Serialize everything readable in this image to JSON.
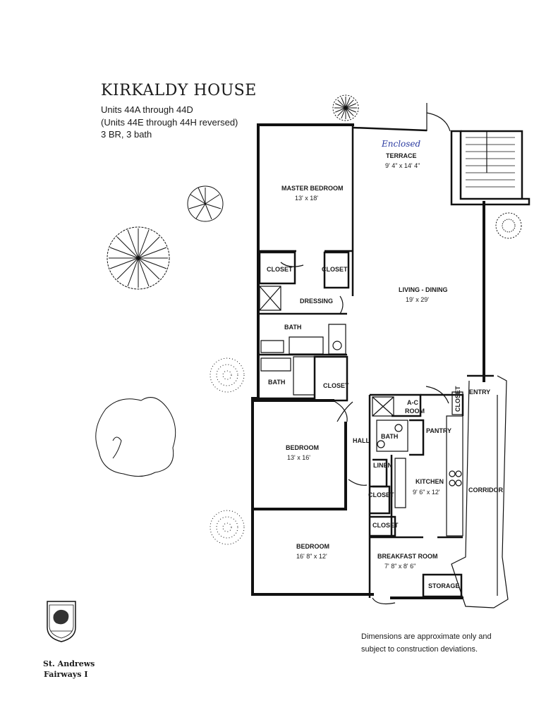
{
  "header": {
    "title": "KIRKALDY HOUSE",
    "line1": "Units 44A through 44D",
    "line2": "(Units 44E through 44H reversed)",
    "line3": "3 BR, 3 bath"
  },
  "handwriting": "Enclosed",
  "rooms": {
    "terrace": {
      "name": "TERRACE",
      "dim": "9' 4\" x 14' 4\""
    },
    "master": {
      "name": "MASTER BEDROOM",
      "dim": "13' x 18'"
    },
    "closet_a": "CLOSET",
    "closet_b": "CLOSET",
    "dressing": "DRESSING",
    "bath1": "BATH",
    "bath2": "BATH",
    "closet_c": "CLOSET",
    "living": {
      "name": "LIVING - DINING",
      "dim": "19' x 29'"
    },
    "entry": "ENTRY",
    "closet_entry": "CLOSET",
    "ac_room_1": "A-C",
    "ac_room_2": "ROOM",
    "pantry": "PANTRY",
    "bath3": "BATH",
    "hall": "HALL",
    "bedroom2": {
      "name": "BEDROOM",
      "dim": "13' x 16'"
    },
    "linen": "LINEN",
    "kitchen": {
      "name": "KITCHEN",
      "dim": "9' 6\" x 12'"
    },
    "corridor": "CORRIDOR",
    "closet_d": "CLOSET",
    "closet_e": "CLOSET",
    "bedroom3": {
      "name": "BEDROOM",
      "dim": "16' 8\" x 12'"
    },
    "breakfast": {
      "name": "BREAKFAST ROOM",
      "dim": "7' 8\" x 8' 6\""
    },
    "storage": "STORAGE"
  },
  "footer": {
    "note_line1": "Dimensions are approximate only and",
    "note_line2": "subject to construction deviations.",
    "brand_line1": "St. Andrews",
    "brand_line2": "Fairways I"
  }
}
